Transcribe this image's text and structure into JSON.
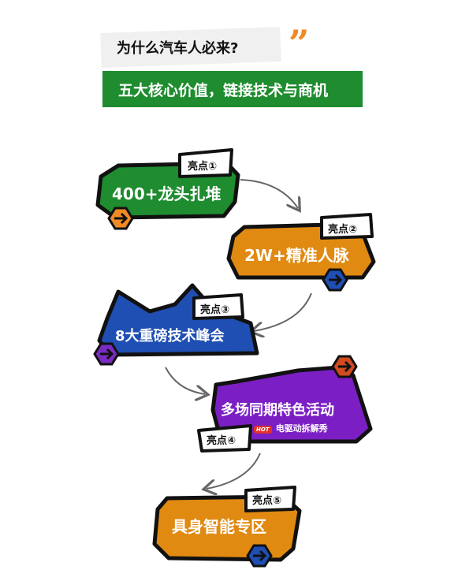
{
  "header": {
    "question": "为什么汽车人必来?",
    "quote_mark": "”",
    "banner": "五大核心价值，链接技术与商机"
  },
  "highlights": [
    {
      "tag": "亮点①",
      "title": "400+龙头扎堆",
      "color": "#1e8c2f",
      "arrow_color": "#f08a24"
    },
    {
      "tag": "亮点②",
      "title": "2W+精准人脉",
      "color": "#e08a12",
      "arrow_color": "#1f4fb3"
    },
    {
      "tag": "亮点③",
      "title": "8大重磅技术峰会",
      "color": "#1f4fb3",
      "arrow_color": "#7b2bc4"
    },
    {
      "tag": "亮点④",
      "title": "多场同期特色活动",
      "subtitle": "电驱动拆解秀",
      "badge": "HOT",
      "color": "#7b1fc4",
      "arrow_color": "#d24b1e"
    },
    {
      "tag": "亮点⑤",
      "title": "具身智能专区",
      "color": "#e08a12",
      "arrow_color": "#1f4fb3"
    }
  ]
}
